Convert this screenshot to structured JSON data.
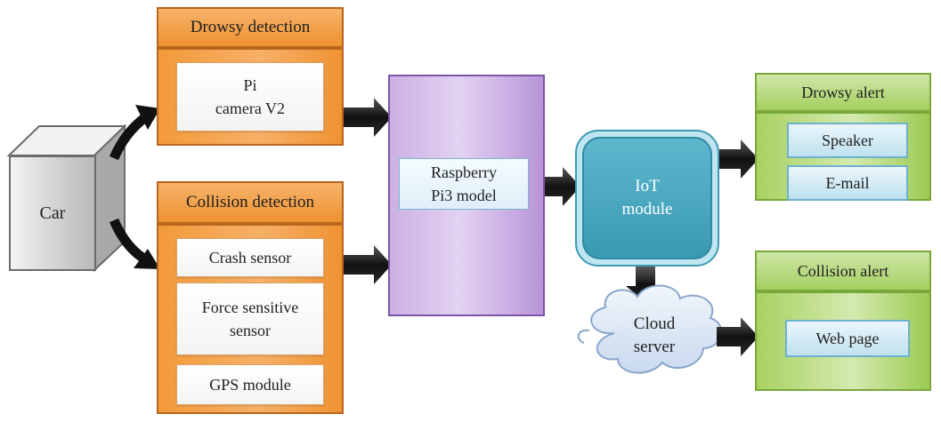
{
  "car": {
    "label": "Car"
  },
  "drowsy_detection": {
    "title": "Drowsy detection",
    "items": [
      {
        "line1": "Pi",
        "line2": "camera V2"
      }
    ]
  },
  "collision_detection": {
    "title": "Collision detection",
    "items": [
      {
        "line1": "Crash sensor"
      },
      {
        "line1": "Force sensitive",
        "line2": "sensor"
      },
      {
        "line1": "GPS module"
      }
    ]
  },
  "raspberry": {
    "line1": "Raspberry",
    "line2": "Pi3 model"
  },
  "iot": {
    "line1": "IoT",
    "line2": "module"
  },
  "cloud": {
    "line1": "Cloud",
    "line2": "server"
  },
  "drowsy_alert": {
    "title": "Drowsy alert",
    "items": [
      "Speaker",
      "E-mail"
    ]
  },
  "collision_alert": {
    "title": "Collision alert",
    "items": [
      "Web page"
    ]
  },
  "colors": {
    "orange": "#f29a3c",
    "purple": "#cbb0e3",
    "iot_blue": "#3e9bb5",
    "green": "#a5cf5f",
    "arrow": "#1a1a1a"
  }
}
